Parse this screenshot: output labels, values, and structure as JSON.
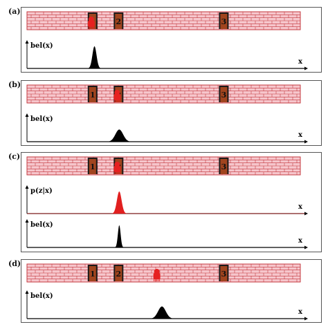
{
  "colors": {
    "brick": "#f6c6cc",
    "mortar": "#c43a3f",
    "door": "#a0441e",
    "doorFrame": "#1a1a1a",
    "robot": "#e62121",
    "belief": "#000000",
    "measurement": "#e11f1f",
    "measurementAxis": "#7a1a1a"
  },
  "door_numbers": [
    "1",
    "2",
    "3"
  ],
  "doors_x": [
    0.24,
    0.335,
    0.72
  ],
  "world_x_range": [
    0,
    1
  ],
  "panels": [
    {
      "label": "(a)",
      "robot_x": 0.235,
      "plots": [
        {
          "id": "a-bel",
          "ylabel": "bel(x)",
          "xlabel": "x",
          "type": "belief",
          "peaks": [
            {
              "mu": 0.245,
              "sigma": 0.0075,
              "height": 1.0
            }
          ]
        }
      ]
    },
    {
      "label": "(b)",
      "robot_x": 0.33,
      "plots": [
        {
          "id": "b-bel",
          "ylabel": "bel(x)",
          "xlabel": "x",
          "type": "belief",
          "peaks": [
            {
              "mu": 0.335,
              "sigma": 0.014,
              "height": 0.55
            }
          ]
        }
      ]
    },
    {
      "label": "(c)",
      "robot_x": 0.33,
      "plots": [
        {
          "id": "c-pzx",
          "ylabel": "p(z|x)",
          "xlabel": "x",
          "type": "measurement",
          "peaks": [
            {
              "mu": 0.335,
              "sigma": 0.0085,
              "height": 1.0
            }
          ]
        },
        {
          "id": "c-bel",
          "ylabel": "bel(x)",
          "xlabel": "x",
          "type": "belief",
          "peaks": [
            {
              "mu": 0.335,
              "sigma": 0.005,
              "height": 1.0
            }
          ]
        }
      ]
    },
    {
      "label": "(d)",
      "robot_x": 0.475,
      "plots": [
        {
          "id": "d-bel",
          "ylabel": "bel(x)",
          "xlabel": "x",
          "type": "belief",
          "peaks": [
            {
              "mu": 0.49,
              "sigma": 0.014,
              "height": 0.55
            }
          ]
        }
      ]
    }
  ]
}
